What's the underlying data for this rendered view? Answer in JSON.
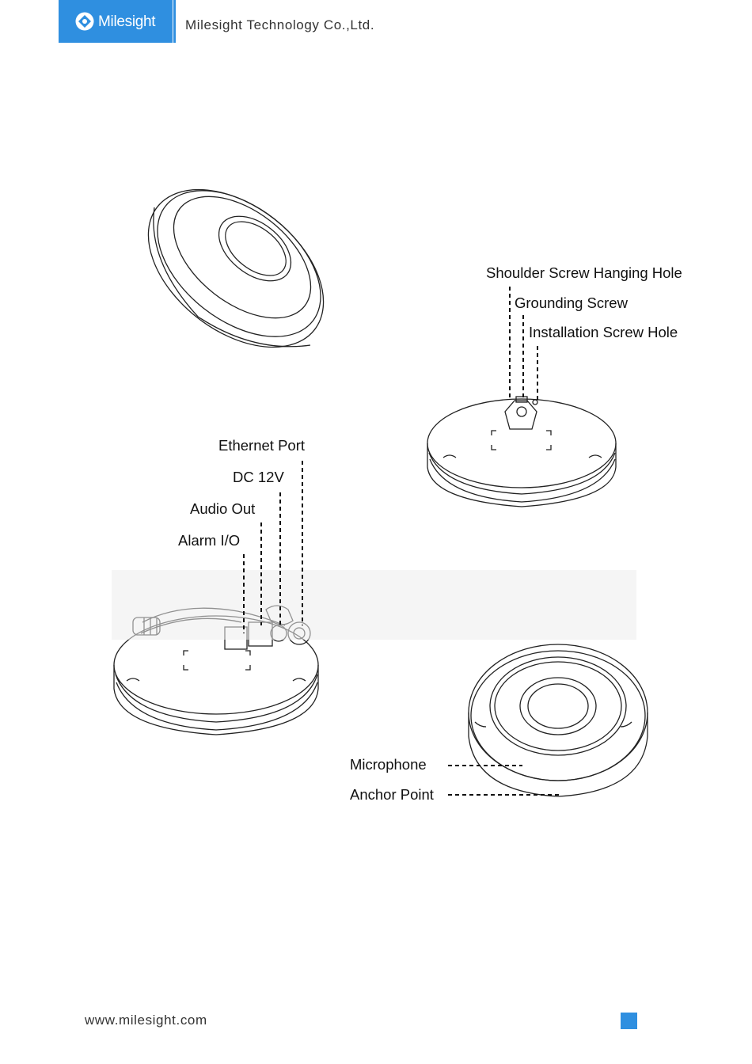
{
  "header": {
    "logo_text": "Milesight",
    "company": "Milesight Technology Co.,Ltd."
  },
  "figure": {
    "bottom_labels": {
      "shoulder_screw": "Shoulder Screw Hanging Hole",
      "grounding_screw": "Grounding Screw",
      "installation_hole": "Installation Screw Hole"
    },
    "cable_labels": {
      "ethernet": "Ethernet Port",
      "dc": "DC 12V",
      "audio_out": "Audio Out",
      "alarm": "Alarm I/O"
    },
    "front_labels": {
      "microphone": "Microphone",
      "anchor": "Anchor Point"
    }
  },
  "footer": {
    "url": "www.milesight.com"
  },
  "colors": {
    "brand_blue": "#2f8fe0",
    "line": "#222222"
  }
}
